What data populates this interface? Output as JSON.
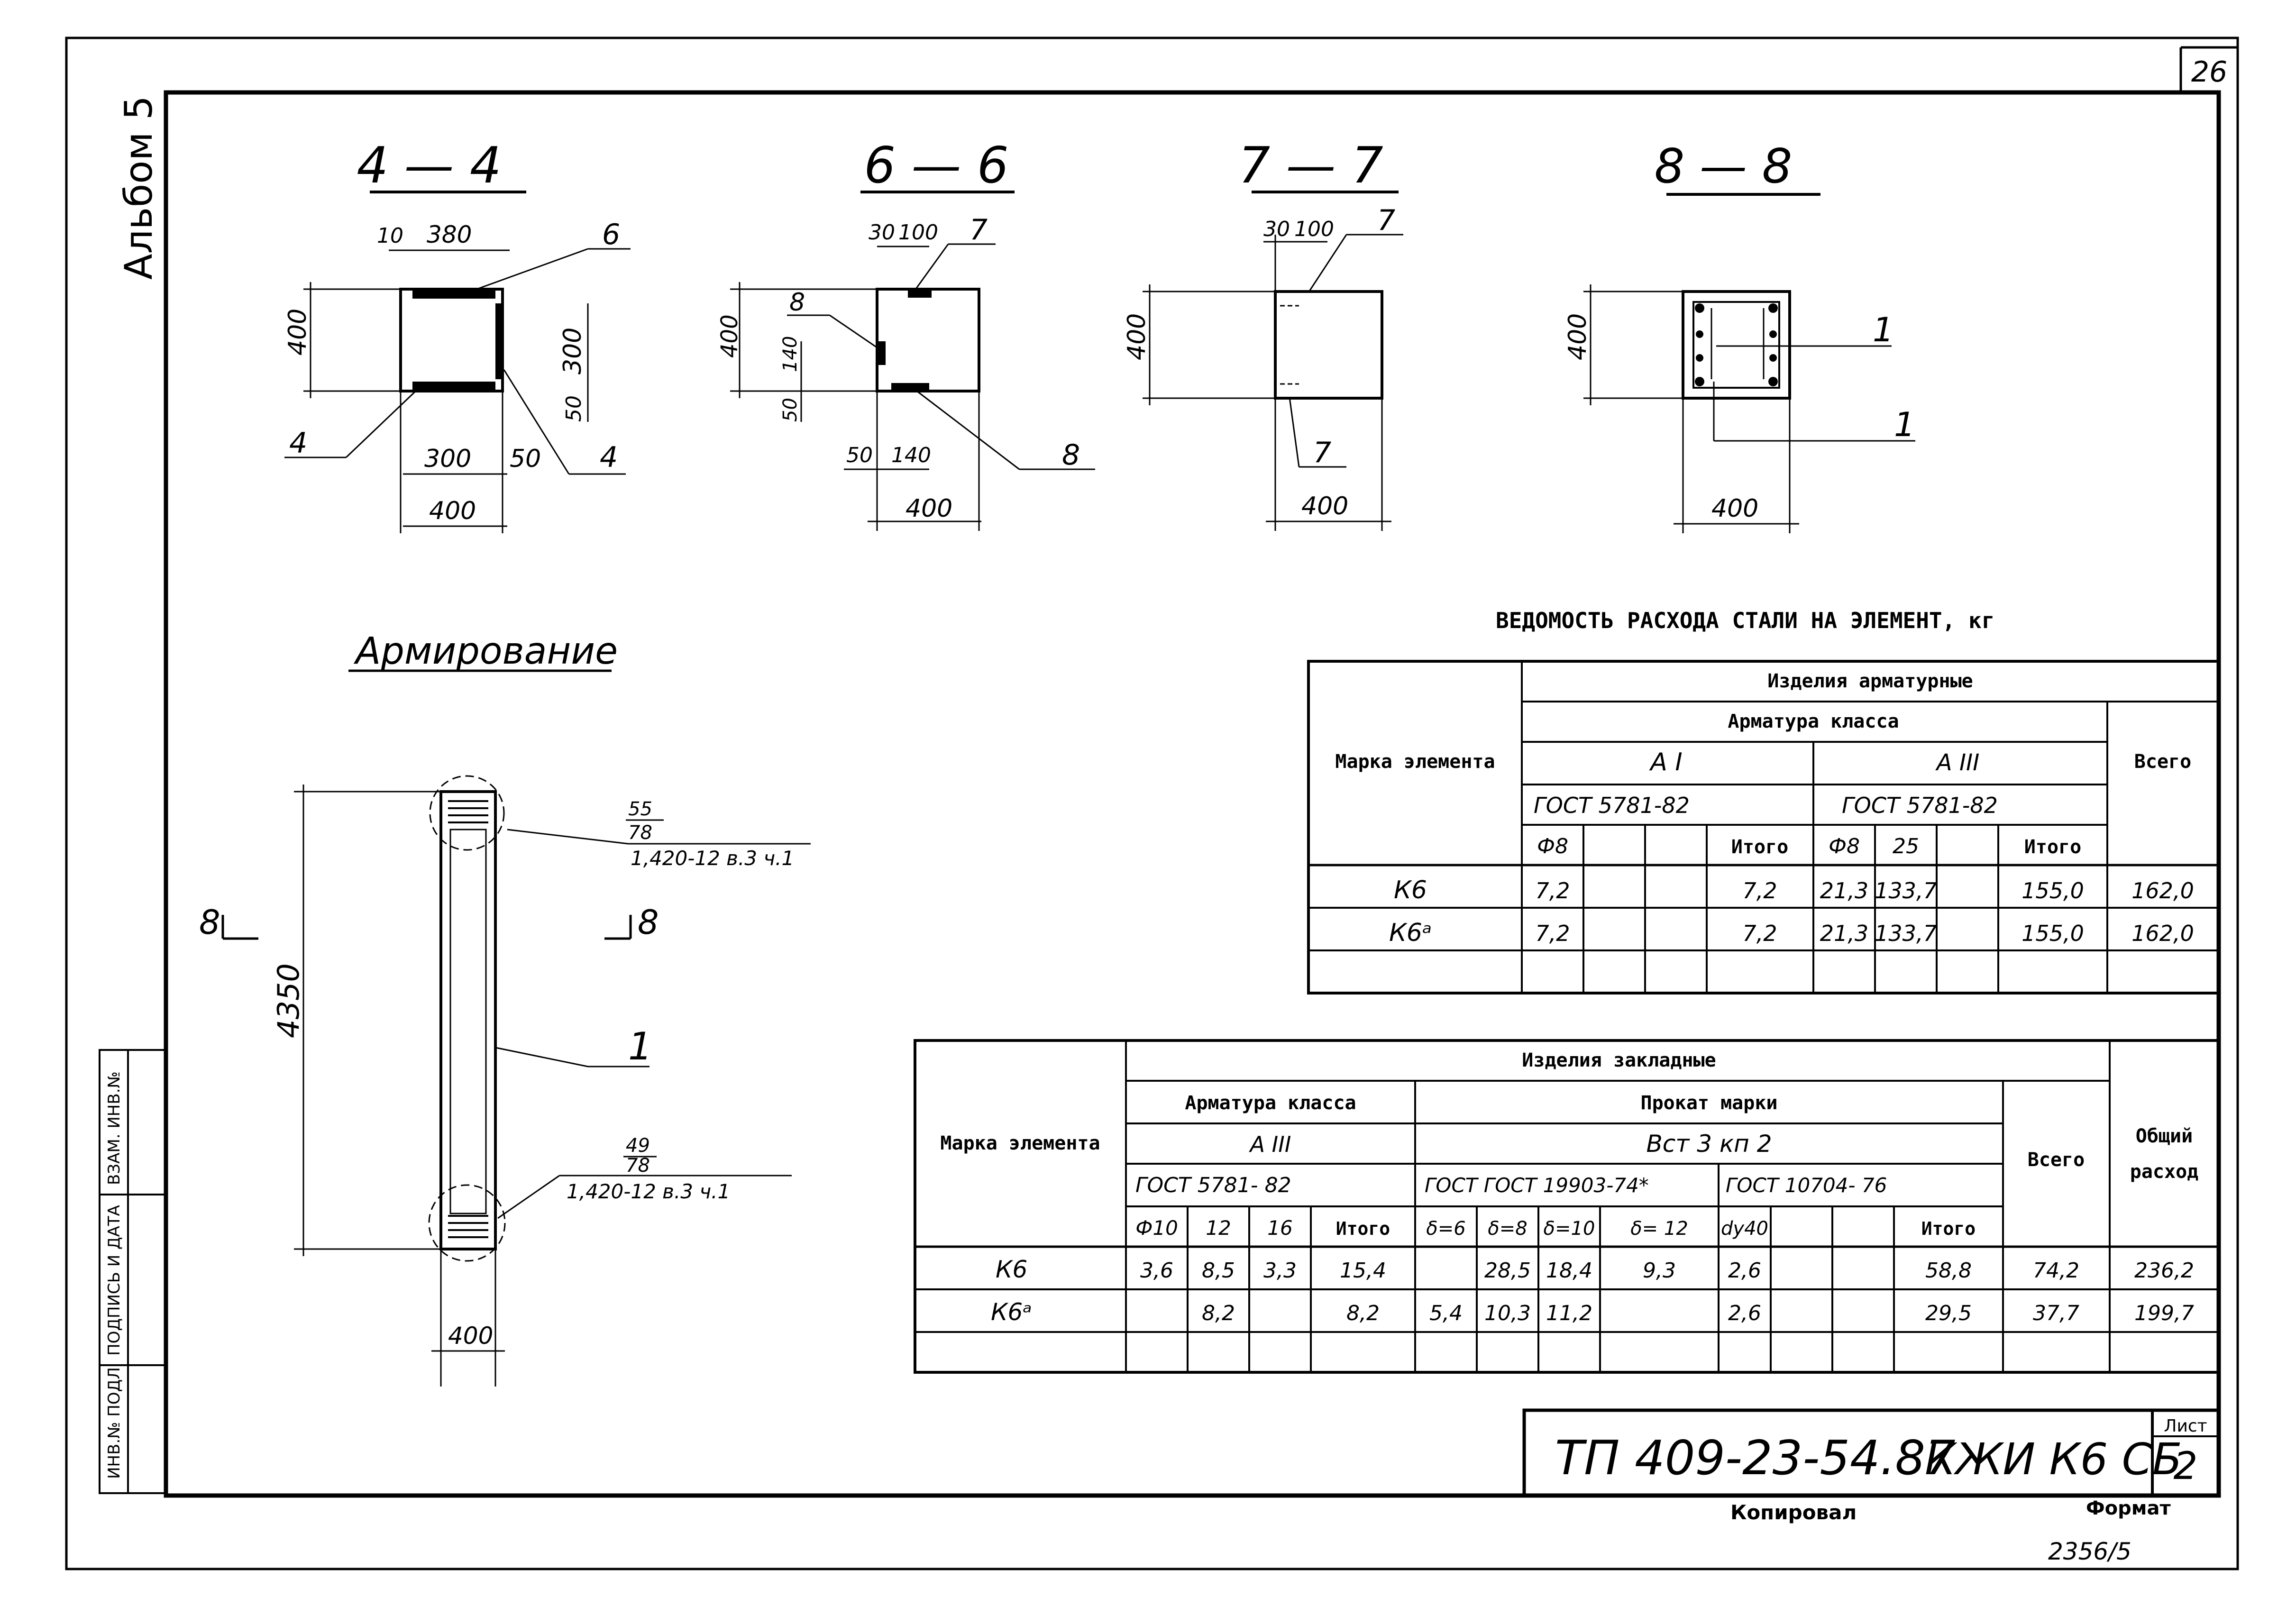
{
  "sheet": {
    "page_no": "26",
    "album": "Альбом 5",
    "stamp_code": "ТП 409-23-54.87",
    "stamp_mark": "КЖИ К6 СБ",
    "sheet_label": "Лист",
    "sheet_no": "2",
    "copied": "Копировал",
    "format": "Формат",
    "archive_no": "2356/5",
    "side_stamp": [
      "ИНВ.№ ПОДЛ",
      "ПОДПИСЬ И ДАТА",
      "ВЗАМ. ИНВ.№"
    ]
  },
  "sections": {
    "s44": {
      "title": "4 — 4",
      "d1": "10",
      "d2": "380",
      "d3": "400",
      "d4": "300",
      "d5": "50",
      "d6": "300",
      "d7": "50",
      "d8": "400",
      "c1": "6",
      "c2": "4",
      "c3": "4"
    },
    "s66": {
      "title": "6 — 6",
      "d1": "30",
      "d2": "100",
      "d3": "400",
      "d4": "140",
      "d5": "50",
      "d6": "50",
      "d7": "140",
      "d8": "400",
      "c1": "7",
      "c2": "8",
      "c3": "8"
    },
    "s77": {
      "title": "7 — 7",
      "d1": "30",
      "d2": "100",
      "d3": "400",
      "d4": "400",
      "c1": "7",
      "c2": "7"
    },
    "s88": {
      "title": "8 — 8",
      "d1": "400",
      "d2": "400",
      "c1": "1",
      "c2": "1"
    }
  },
  "reinforcement": {
    "title": "Армирование",
    "height": "4350",
    "width": "400",
    "cut_left": "8",
    "cut_right": "8",
    "callout_bar": "1",
    "top_note": [
      "55",
      "78",
      "1,420-12 в.3 ч.1"
    ],
    "bottom_note": [
      "49",
      "78",
      "1,420-12 в.3 ч.1"
    ]
  },
  "table1": {
    "title": "ВЕДОМОСТЬ РАСХОДА СТАЛИ НА ЭЛЕМЕНТ, кг",
    "col_mark": "Марка элемента",
    "group": "Изделия арматурные",
    "subgroup": "Арматура класса",
    "class_a1": "А I",
    "class_a3": "А III",
    "gost_a1": "ГОСТ 5781-82",
    "gost_a3": "ГОСТ 5781-82",
    "total": "Всего",
    "heads_a1": [
      "Ф8",
      "",
      "",
      "Итого"
    ],
    "heads_a3": [
      "Ф8",
      "25",
      "",
      "Итого"
    ],
    "rows": [
      {
        "mark": "К6",
        "v": [
          "7,2",
          "",
          "",
          "7,2",
          "21,3",
          "133,7",
          "",
          "155,0",
          "162,0"
        ]
      },
      {
        "mark": "К6ᵃ",
        "v": [
          "7,2",
          "",
          "",
          "7,2",
          "21,3",
          "133,7",
          "",
          "155,0",
          "162,0"
        ]
      },
      {
        "mark": "",
        "v": [
          "",
          "",
          "",
          "",
          "",
          "",
          "",
          "",
          ""
        ]
      }
    ]
  },
  "table2": {
    "col_mark": "Марка элемента",
    "group": "Изделия закладные",
    "sub_rebar": "Арматура класса",
    "sub_rolled": "Прокат марки",
    "class": "А III",
    "grade": "Вст 3 кп 2",
    "gost_rebar": "ГОСТ 5781- 82",
    "gost_r1": "ГОСТ ГОСТ 19903-74*",
    "gost_r2": "ГОСТ 10704- 76",
    "total": "Всего",
    "grand": [
      "Общий",
      "расход"
    ],
    "heads": [
      "Ф10",
      "12",
      "16",
      "Итого",
      "δ=6",
      "δ=8",
      "δ=10",
      "δ= 12",
      "dу40",
      "",
      "",
      "Итого"
    ],
    "rows": [
      {
        "mark": "К6",
        "v": [
          "3,6",
          "8,5",
          "3,3",
          "15,4",
          "",
          "28,5",
          "18,4",
          "9,3",
          "2,6",
          "",
          "",
          "58,8",
          "74,2",
          "236,2"
        ]
      },
      {
        "mark": "К6ᵃ",
        "v": [
          "",
          "8,2",
          "",
          "8,2",
          "5,4",
          "10,3",
          "11,2",
          "",
          "2,6",
          "",
          "",
          "29,5",
          "37,7",
          "199,7"
        ]
      },
      {
        "mark": "",
        "v": [
          "",
          "",
          "",
          "",
          "",
          "",
          "",
          "",
          "",
          "",
          "",
          "",
          "",
          ""
        ]
      }
    ]
  }
}
